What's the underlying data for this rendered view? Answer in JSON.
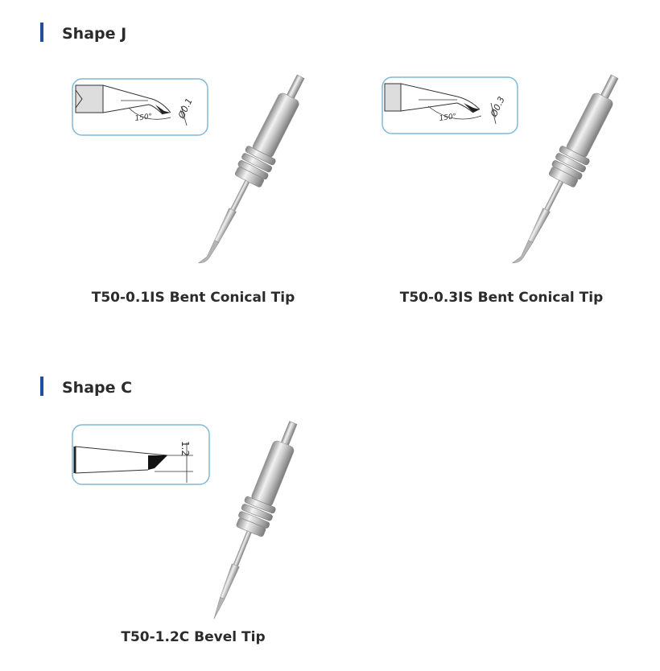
{
  "sections": [
    {
      "title": "Shape J",
      "products": [
        {
          "caption": "T50-0.1IS Bent Conical Tip",
          "diagram": {
            "angle_label": "150°",
            "dimension_label": "Ø0.1"
          }
        },
        {
          "caption": "T50-0.3IS Bent Conical Tip",
          "diagram": {
            "angle_label": "150°",
            "dimension_label": "Ø0.3"
          }
        }
      ]
    },
    {
      "title": "Shape C",
      "products": [
        {
          "caption": "T50-1.2C Bevel Tip",
          "diagram": {
            "dimension_label": "1.2"
          }
        }
      ]
    }
  ],
  "colors": {
    "section_accent": "#1f4e9c",
    "diagram_border": "#7fb9d8"
  }
}
